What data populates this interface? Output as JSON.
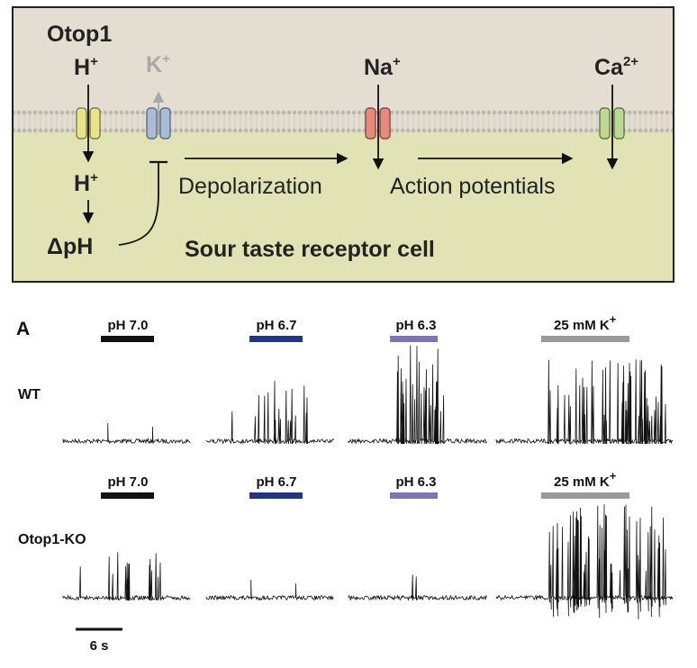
{
  "diagram": {
    "channel_label": "Otop1",
    "ions": {
      "h": "H",
      "k": "K",
      "na": "Na",
      "ca": "Ca"
    },
    "sup": {
      "plus": "+",
      "two_plus": "2+"
    },
    "inner_h": "H",
    "delta_ph": "ΔpH",
    "depolarization": "Depolarization",
    "action_potentials": "Action potentials",
    "cell_label": "Sour taste receptor cell",
    "colors": {
      "extracellular": "#e4ddd2",
      "cytoplasm": "#e2e3b4",
      "membrane": "#c9c3b8",
      "otop1_channel": "#e7e58c",
      "k_channel": "#a9bcd6",
      "na_channel": "#e58a7c",
      "ca_channel": "#bcd893",
      "k_gray": "#a8a8a8"
    }
  },
  "panel": {
    "letter": "A",
    "scale_bar_label": "6 s",
    "stimuli": [
      {
        "label": "pH 7.0",
        "color": "#111111"
      },
      {
        "label": "pH 6.7",
        "color": "#1f3390"
      },
      {
        "label": "pH 6.3",
        "color": "#7d73c4"
      },
      {
        "label": "25 mM K",
        "sup": "+",
        "color": "#9a9a9a"
      }
    ],
    "rows": [
      {
        "label": "WT",
        "activity": [
          0.02,
          0.55,
          1.0,
          0.8
        ]
      },
      {
        "label": "Otop1-KO",
        "activity": [
          0.35,
          0.0,
          0.15,
          0.95
        ]
      }
    ]
  }
}
